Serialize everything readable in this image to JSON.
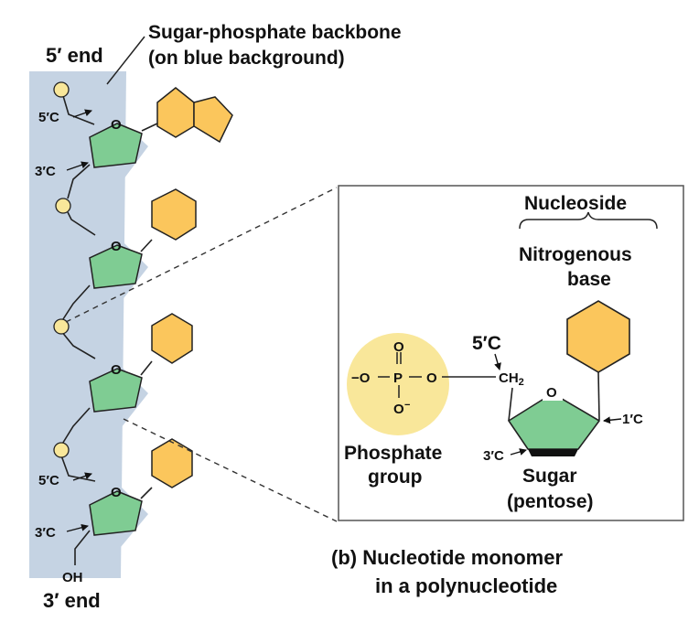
{
  "title": {
    "line1": "(b) Nucleotide monomer",
    "line2": "in a polynucleotide"
  },
  "strand": {
    "five_end": "5′ end",
    "three_end": "3′ end",
    "backbone_line1": "Sugar-phosphate backbone",
    "backbone_line2": "(on blue background)",
    "five_c": "5′C",
    "three_c": "3′C",
    "oxygen": "O",
    "hydroxyl": "OH"
  },
  "inset": {
    "nucleoside": "Nucleoside",
    "nitrogenous_line1": "Nitrogenous",
    "nitrogenous_line2": "base",
    "phosphate_line1": "Phosphate",
    "phosphate_line2": "group",
    "sugar_line1": "Sugar",
    "sugar_line2": "(pentose)",
    "five_c": "5′C",
    "three_c": "3′C",
    "one_c": "1′C",
    "ch2": "CH",
    "ch2_sub": "2",
    "ring_o": "O",
    "phosphate": {
      "o_top": "O",
      "o_left": "−O",
      "p": "P",
      "o_right": "O",
      "o_bottom": "O",
      "minus": "−"
    }
  },
  "colors": {
    "backbone_bg": "#c5d3e3",
    "phosphate": "#f9e79a",
    "sugar": "#7fcc93",
    "base": "#fbc65c",
    "outline": "#222222"
  }
}
